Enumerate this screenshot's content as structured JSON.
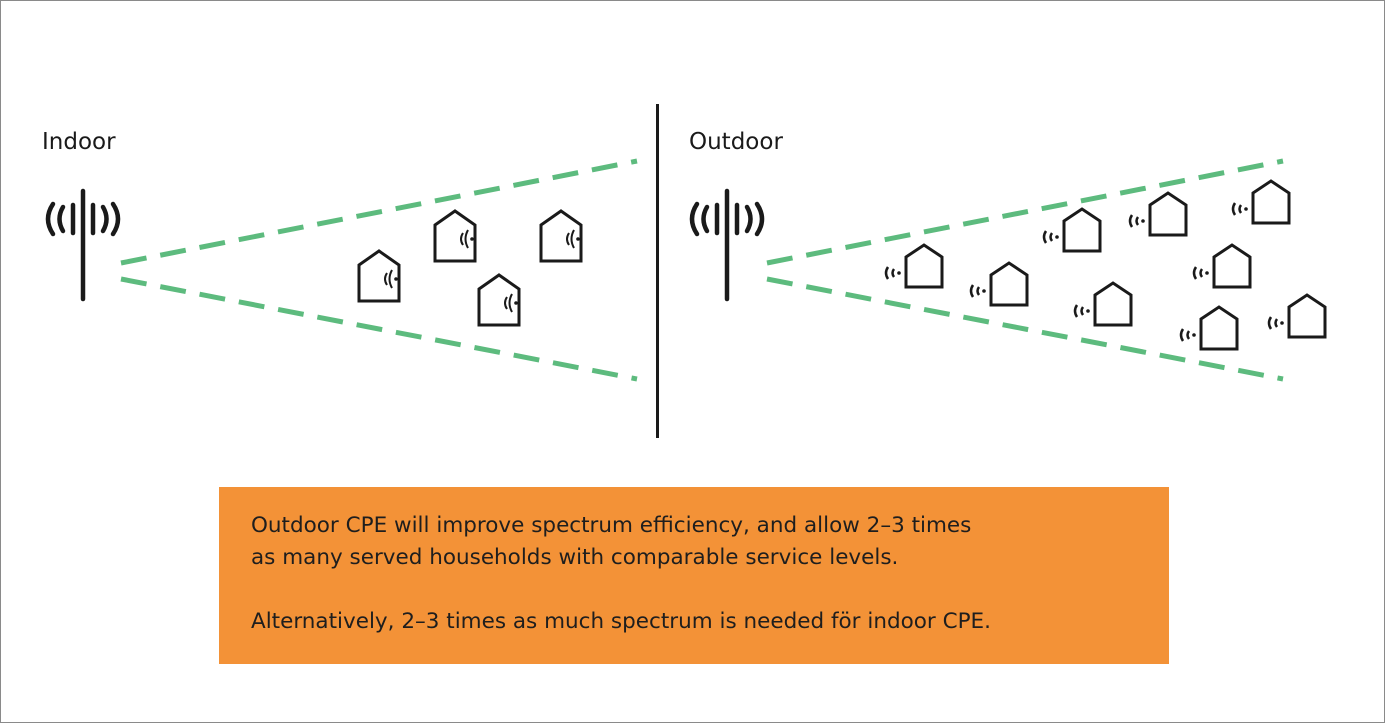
{
  "panels": {
    "left_title": "Indoor",
    "right_title": "Outdoor"
  },
  "info": {
    "line1": "Outdoor CPE will improve spectrum efficiency, and allow 2–3 times",
    "line2": "as many served households with comparable service levels.",
    "line3": "Alternatively, 2–3 times as much spectrum is needed för indoor CPE."
  },
  "colors": {
    "beam": "#5dbb7e",
    "info_box": "#f39237",
    "ink": "#1a1a1a"
  }
}
